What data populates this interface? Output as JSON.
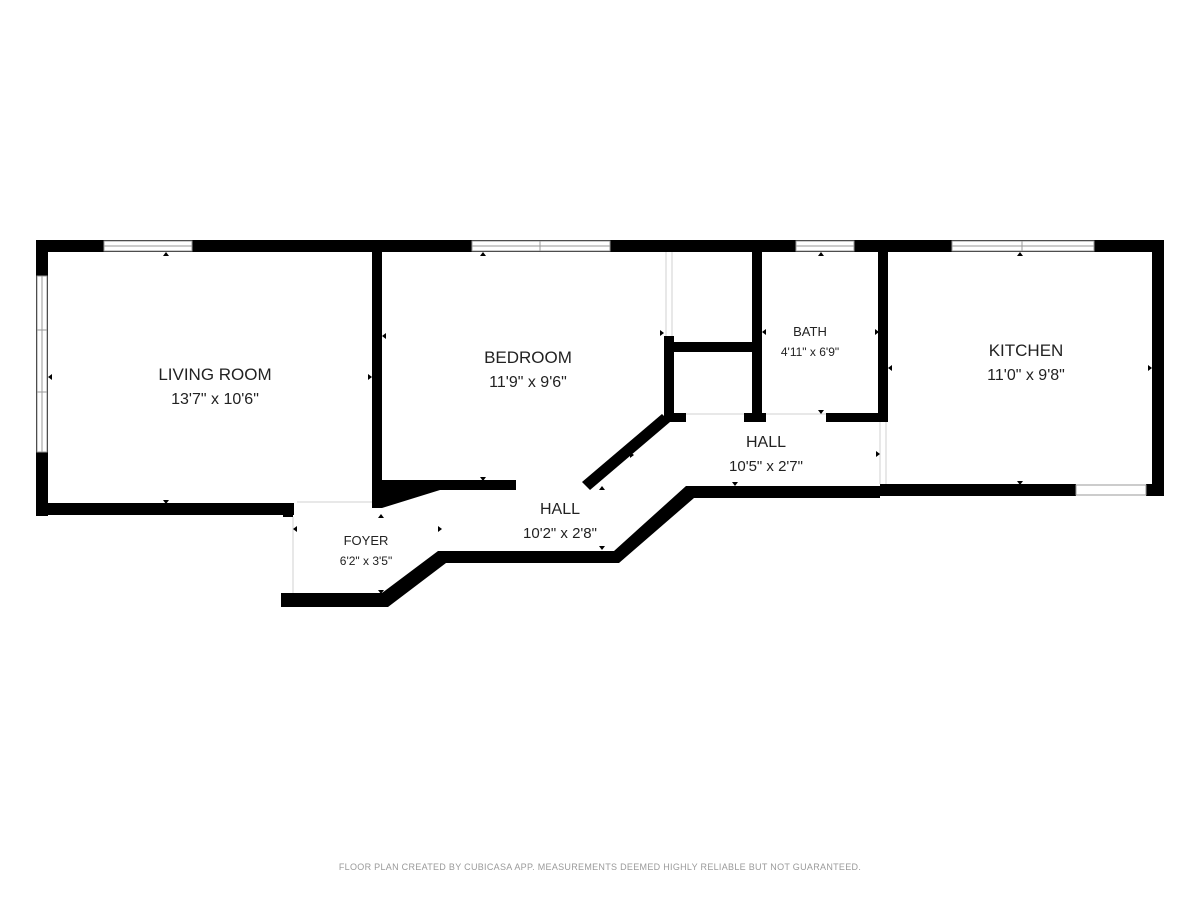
{
  "rooms": {
    "living": {
      "name": "LIVING ROOM",
      "dims": "13'7\" x 10'6\""
    },
    "bedroom": {
      "name": "BEDROOM",
      "dims": "11'9\" x 9'6\""
    },
    "bath": {
      "name": "BATH",
      "dims": "4'11\" x 6'9\""
    },
    "kitchen": {
      "name": "KITCHEN",
      "dims": "11'0\" x 9'8\""
    },
    "hall_east": {
      "name": "HALL",
      "dims": "10'5\" x 2'7\""
    },
    "hall_main": {
      "name": "HALL",
      "dims": "10'2\" x 2'8\""
    },
    "foyer": {
      "name": "FOYER",
      "dims": "6'2\" x 3'5\""
    }
  },
  "footer": "FLOOR PLAN CREATED BY CUBICASA APP. MEASUREMENTS DEEMED HIGHLY RELIABLE BUT NOT GUARANTEED.",
  "colors": {
    "wall": "#000000",
    "window_frame": "#9a9a9a",
    "text": "#222222",
    "footer": "#9a9a9a"
  }
}
